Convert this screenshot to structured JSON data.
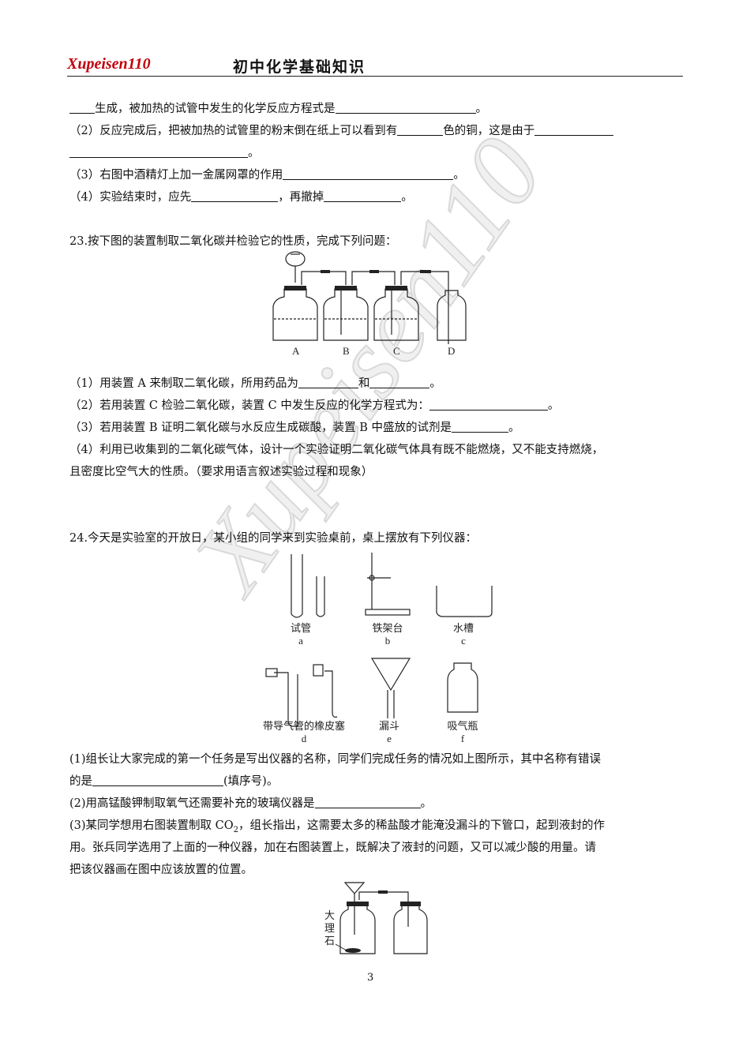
{
  "header": {
    "brand": "Xupeisen110",
    "title": "初中化学基础知识"
  },
  "q22": {
    "line1": {
      "a": "生成，被加热的试管中发生的化学反应方程式是",
      "b": "。"
    },
    "line2": {
      "a": "（2）反应完成后，把被加热的试管里的粉末倒在纸上可以看到有",
      "b": "色的铜，这是由于"
    },
    "line3": {
      "a": "。"
    },
    "line4": {
      "a": "（3）右图中酒精灯上加一金属网罩的作用",
      "b": "。"
    },
    "line5": {
      "a": "（4）实验结束时，应先",
      "b": "，再撤掉",
      "c": "。"
    }
  },
  "q23": {
    "title": "23.按下图的装置制取二氧化碳并检验它的性质，完成下列问题：",
    "labels": [
      "A",
      "B",
      "C",
      "D"
    ],
    "p1": {
      "a": "（1）用装置 A 来制取二氧化碳，所用药品为",
      "b": "和",
      "c": "。"
    },
    "p2": {
      "a": "（2）若用装置 C 检验二氧化碳，装置 C 中发生反应的化学方程式为：",
      "b": "。"
    },
    "p3": {
      "a": "（3）若用装置 B 证明二氧化碳与水反应生成碳酸，装置 B 中盛放的试剂是",
      "b": "。"
    },
    "p4": "（4）利用已收集到的二氧化碳气体，设计一个实验证明二氧化碳气体具有既不能燃烧，又不能支持燃烧，",
    "p4b": "且密度比空气大的性质。（要求用语言叙述实验过程和现象）"
  },
  "q24": {
    "title": "24.今天是实验室的开放日，某小组的同学来到实验桌前，桌上摆放有下列仪器：",
    "items": [
      {
        "name": "试管",
        "letter": "a"
      },
      {
        "name": "铁架台",
        "letter": "b"
      },
      {
        "name": "水槽",
        "letter": "c"
      },
      {
        "name": "带导气管的橡皮塞",
        "letter": "d"
      },
      {
        "name": "漏斗",
        "letter": "e"
      },
      {
        "name": "吸气瓶",
        "letter": "f"
      }
    ],
    "p1a": "(1)组长让大家完成的第一个任务是写出仪器的名称，同学们完成任务的情况如上图所示，其中名称有错误",
    "p1b": {
      "a": "的是",
      "b": "(填序号)。"
    },
    "p2": {
      "a": "(2)用高锰酸钾制取氧气还需要补充的玻璃仪器是",
      "b": "。"
    },
    "p3a": {
      "a": "(3)某同学想用右图装置制取 CO",
      "sub": "2",
      "b": "，组长指出，这需要太多的稀盐酸才能淹没漏斗的下管口，起到液封的作"
    },
    "p3b": "用。张兵同学选用了上面的一种仪器，加在右图装置上，既解决了液封的问题，又可以减少酸的用量。请",
    "p3c": "把该仪器画在图中应该放置的位置。",
    "marble": [
      "大",
      "理",
      "石"
    ]
  },
  "watermark": "Xupeisen110",
  "page_number": "3"
}
